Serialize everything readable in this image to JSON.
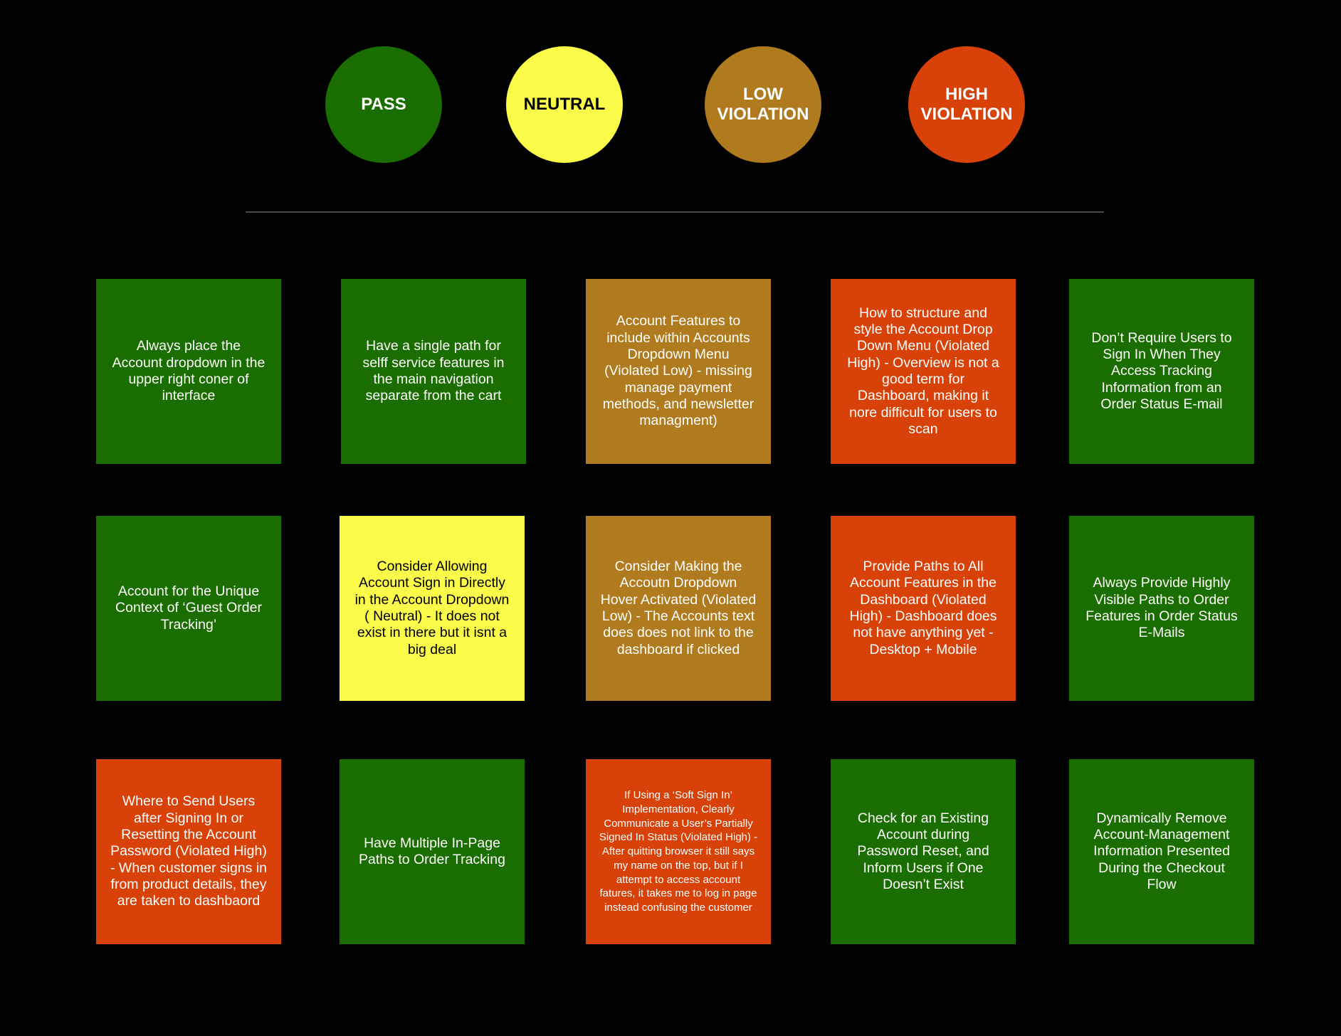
{
  "colors": {
    "pass": "#1a6e00",
    "neutral": "#fbfc4a",
    "low": "#b07a1e",
    "high": "#d84108",
    "background": "#000000",
    "divider": "#4a4a4a"
  },
  "legend": [
    {
      "key": "pass",
      "label": "PASS"
    },
    {
      "key": "neutral",
      "label": "NEUTRAL"
    },
    {
      "key": "low",
      "label": "LOW\nVIOLATION"
    },
    {
      "key": "high",
      "label": "HIGH\nVIOLATION"
    }
  ],
  "cards": [
    {
      "status": "pass",
      "text": "Always place the Account dropdown in the upper right coner of interface"
    },
    {
      "status": "pass",
      "text": "Have a single path for selff service features in the main navigation separate from the cart"
    },
    {
      "status": "low",
      "text": "Account Features to include within Accounts Dropdown Menu (Violated Low) - missing manage payment methods, and newsletter managment)"
    },
    {
      "status": "high",
      "text": "How to structure and style the Account Drop Down Menu (Violated High) - Overview is not a good term for Dashboard, making it nore difficult for users to scan"
    },
    {
      "status": "pass",
      "text": "Don’t Require Users to Sign In When They Access Tracking Information from an Order Status E-mail"
    },
    {
      "status": "pass",
      "text": "Account for the Unique Context of ‘Guest Order Tracking’"
    },
    {
      "status": "neutral",
      "text": "Consider Allowing Account Sign in Directly in the Account Dropdown ( Neutral) - It does not exist in there but it isnt a big deal"
    },
    {
      "status": "low",
      "text": "Consider Making the Accoutn Dropdown Hover Activated (Violated Low) - The Accounts text does does not link to the dashboard if clicked"
    },
    {
      "status": "high",
      "text": "Provide Paths to All Account Features in the Dashboard (Violated High) - Dashboard does not have anything yet - Desktop + Mobile"
    },
    {
      "status": "pass",
      "text": "Always Provide Highly Visible Paths to Order Features in Order Status E-Mails"
    },
    {
      "status": "high",
      "text": "Where to Send Users after Signing In or Resetting the Account Password (Violated High) - When customer signs in from product details, they are taken to dashbaord"
    },
    {
      "status": "pass",
      "text": "Have Multiple In-Page Paths to Order Tracking"
    },
    {
      "status": "high",
      "text": "If Using a ‘Soft Sign In’ Implementation, Clearly Communicate a User’s Partially Signed In Status (Violated High) - After quitting browser it still says my name on the top, but if I attempt to access account fatures, it takes me to log in page instead confusing the customer"
    },
    {
      "status": "pass",
      "text": "Check for an Existing Account during Password Reset, and Inform Users if One Doesn’t Exist"
    },
    {
      "status": "pass",
      "text": "Dynamically Remove Account-Management Information Presented During the Checkout Flow"
    }
  ]
}
